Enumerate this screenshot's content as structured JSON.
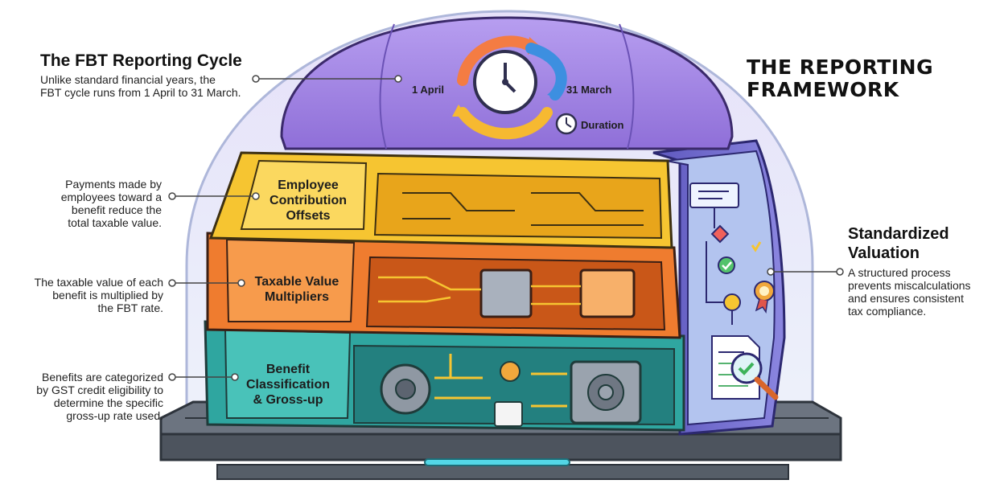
{
  "header": {
    "framework_title_line1": "THE REPORTING",
    "framework_title_line2": "FRAMEWORK"
  },
  "callouts": {
    "fbt_cycle": {
      "title": "The FBT Reporting Cycle",
      "line1": "Unlike standard financial years, the",
      "line2": "FBT cycle runs from 1 April to 31 March."
    },
    "employee_contribution": {
      "line1": "Payments made by",
      "line2": "employees toward a",
      "line3": "benefit reduce the",
      "line4": "total taxable value."
    },
    "taxable_value": {
      "line1": "The taxable value of each",
      "line2": "benefit is multiplied by",
      "line3": "the FBT rate."
    },
    "benefit_classification": {
      "line1": "Benefits are categorized",
      "line2": "by GST credit eligibility to",
      "line3": "determine the specific",
      "line4": "gross-up rate used."
    },
    "standardized_valuation": {
      "title_line1": "Standardized",
      "title_line2": "Valuation",
      "line1": "A structured process",
      "line2": "prevents miscalculations",
      "line3": "and ensures consistent",
      "line4": "tax compliance."
    }
  },
  "dome": {
    "start_label": "1 April",
    "end_label": "31 March",
    "duration_label": "Duration"
  },
  "layers": {
    "employee": {
      "line1": "Employee",
      "line2": "Contribution",
      "line3": "Offsets"
    },
    "taxable": {
      "line1": "Taxable Value",
      "line2": "Multipliers"
    },
    "benefit": {
      "line1": "Benefit",
      "line2": "Classification",
      "line3": "& Gross-up"
    }
  },
  "colors": {
    "dome": "#9b7fe0",
    "employee_layer": "#f6c531",
    "taxable_layer": "#ef7c2f",
    "benefit_layer": "#2fa6a0",
    "side_panel": "#6c67c9",
    "base": "#5c6470"
  }
}
